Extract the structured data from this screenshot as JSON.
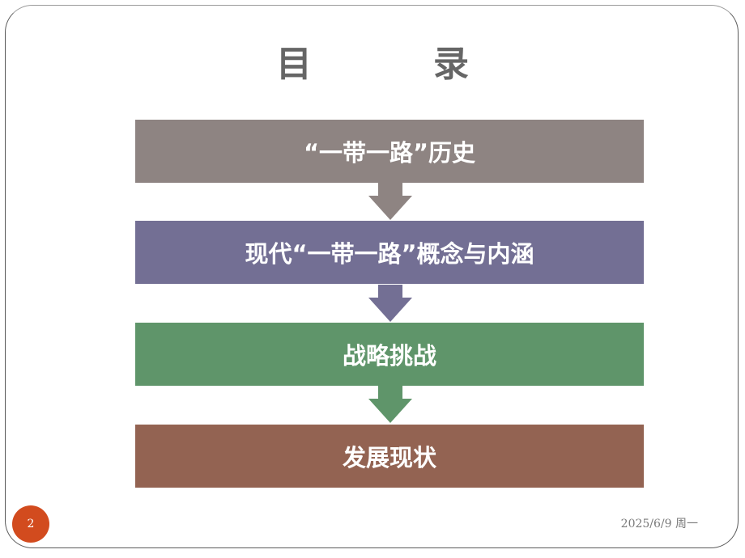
{
  "slide": {
    "title_chars": [
      "目",
      "录"
    ],
    "items": [
      {
        "label": "“一带一路”历史",
        "color": "#8E8482"
      },
      {
        "label": "现代“一带一路”概念与内涵",
        "color": "#736F94"
      },
      {
        "label": "战略挑战",
        "color": "#5F956A"
      },
      {
        "label": "发展现状",
        "color": "#936352"
      }
    ],
    "arrows": [
      {
        "icon": "down-arrow-icon",
        "color": "#8E8482"
      },
      {
        "icon": "down-arrow-icon",
        "color": "#736F94"
      },
      {
        "icon": "down-arrow-icon",
        "color": "#5F956A"
      }
    ],
    "footer": {
      "page_number": "2",
      "page_badge_color": "#D24B1E",
      "date": "2025/6/9  周一"
    }
  }
}
